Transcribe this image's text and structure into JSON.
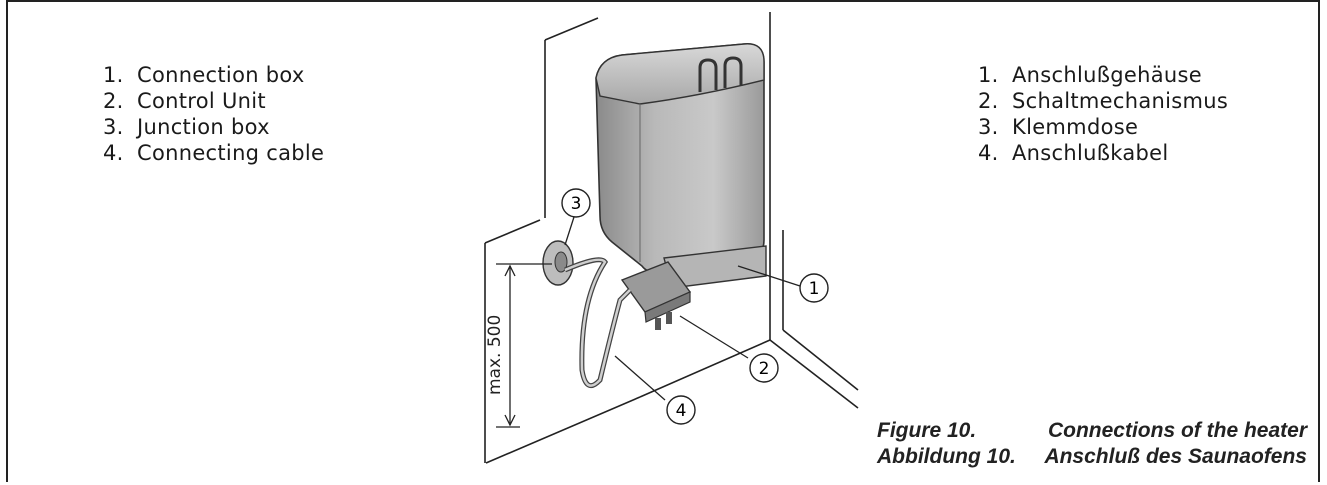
{
  "legend_en": [
    {
      "num": "1.",
      "label": "Connection box"
    },
    {
      "num": "2.",
      "label": "Control Unit"
    },
    {
      "num": "3.",
      "label": "Junction box"
    },
    {
      "num": "4.",
      "label": "Connecting cable"
    }
  ],
  "legend_de": [
    {
      "num": "1.",
      "label": "Anschlußgehäuse"
    },
    {
      "num": "2.",
      "label": "Schaltmechanismus"
    },
    {
      "num": "3.",
      "label": "Klemmdose"
    },
    {
      "num": "4.",
      "label": "Anschlußkabel"
    }
  ],
  "caption": {
    "en_label": "Figure 10.",
    "en_text": "Connections of the heater",
    "de_label": "Abbildung 10.",
    "de_text": "Anschluß des Saunaofens"
  },
  "dimension": {
    "label": "max. 500"
  },
  "callouts": [
    "1",
    "2",
    "3",
    "4"
  ]
}
